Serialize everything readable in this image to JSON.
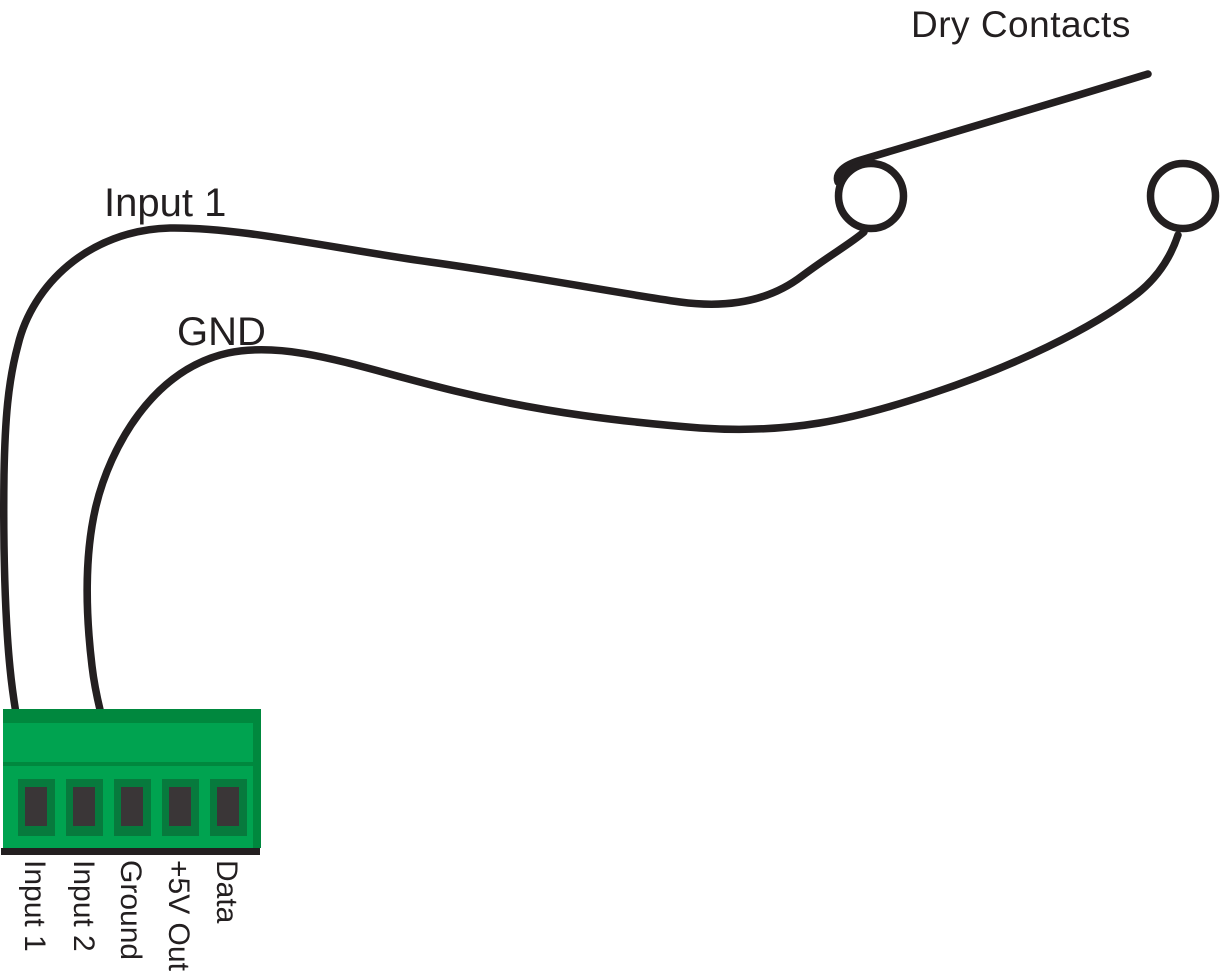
{
  "switch_label": "Dry Contacts",
  "wire_labels": {
    "input1": "Input 1",
    "gnd": "GND"
  },
  "terminal_labels": [
    "Input 1",
    "Input 2",
    "Ground",
    "+5V Out",
    "Data"
  ],
  "colors": {
    "wire_black": "#231f20",
    "text_black": "#231f20",
    "connector_green": "#00a350",
    "connector_green_dark": "#00883e",
    "connector_recess_green": "#077a3d",
    "slot_gray": "#3a3637",
    "background_white": "#ffffff"
  }
}
